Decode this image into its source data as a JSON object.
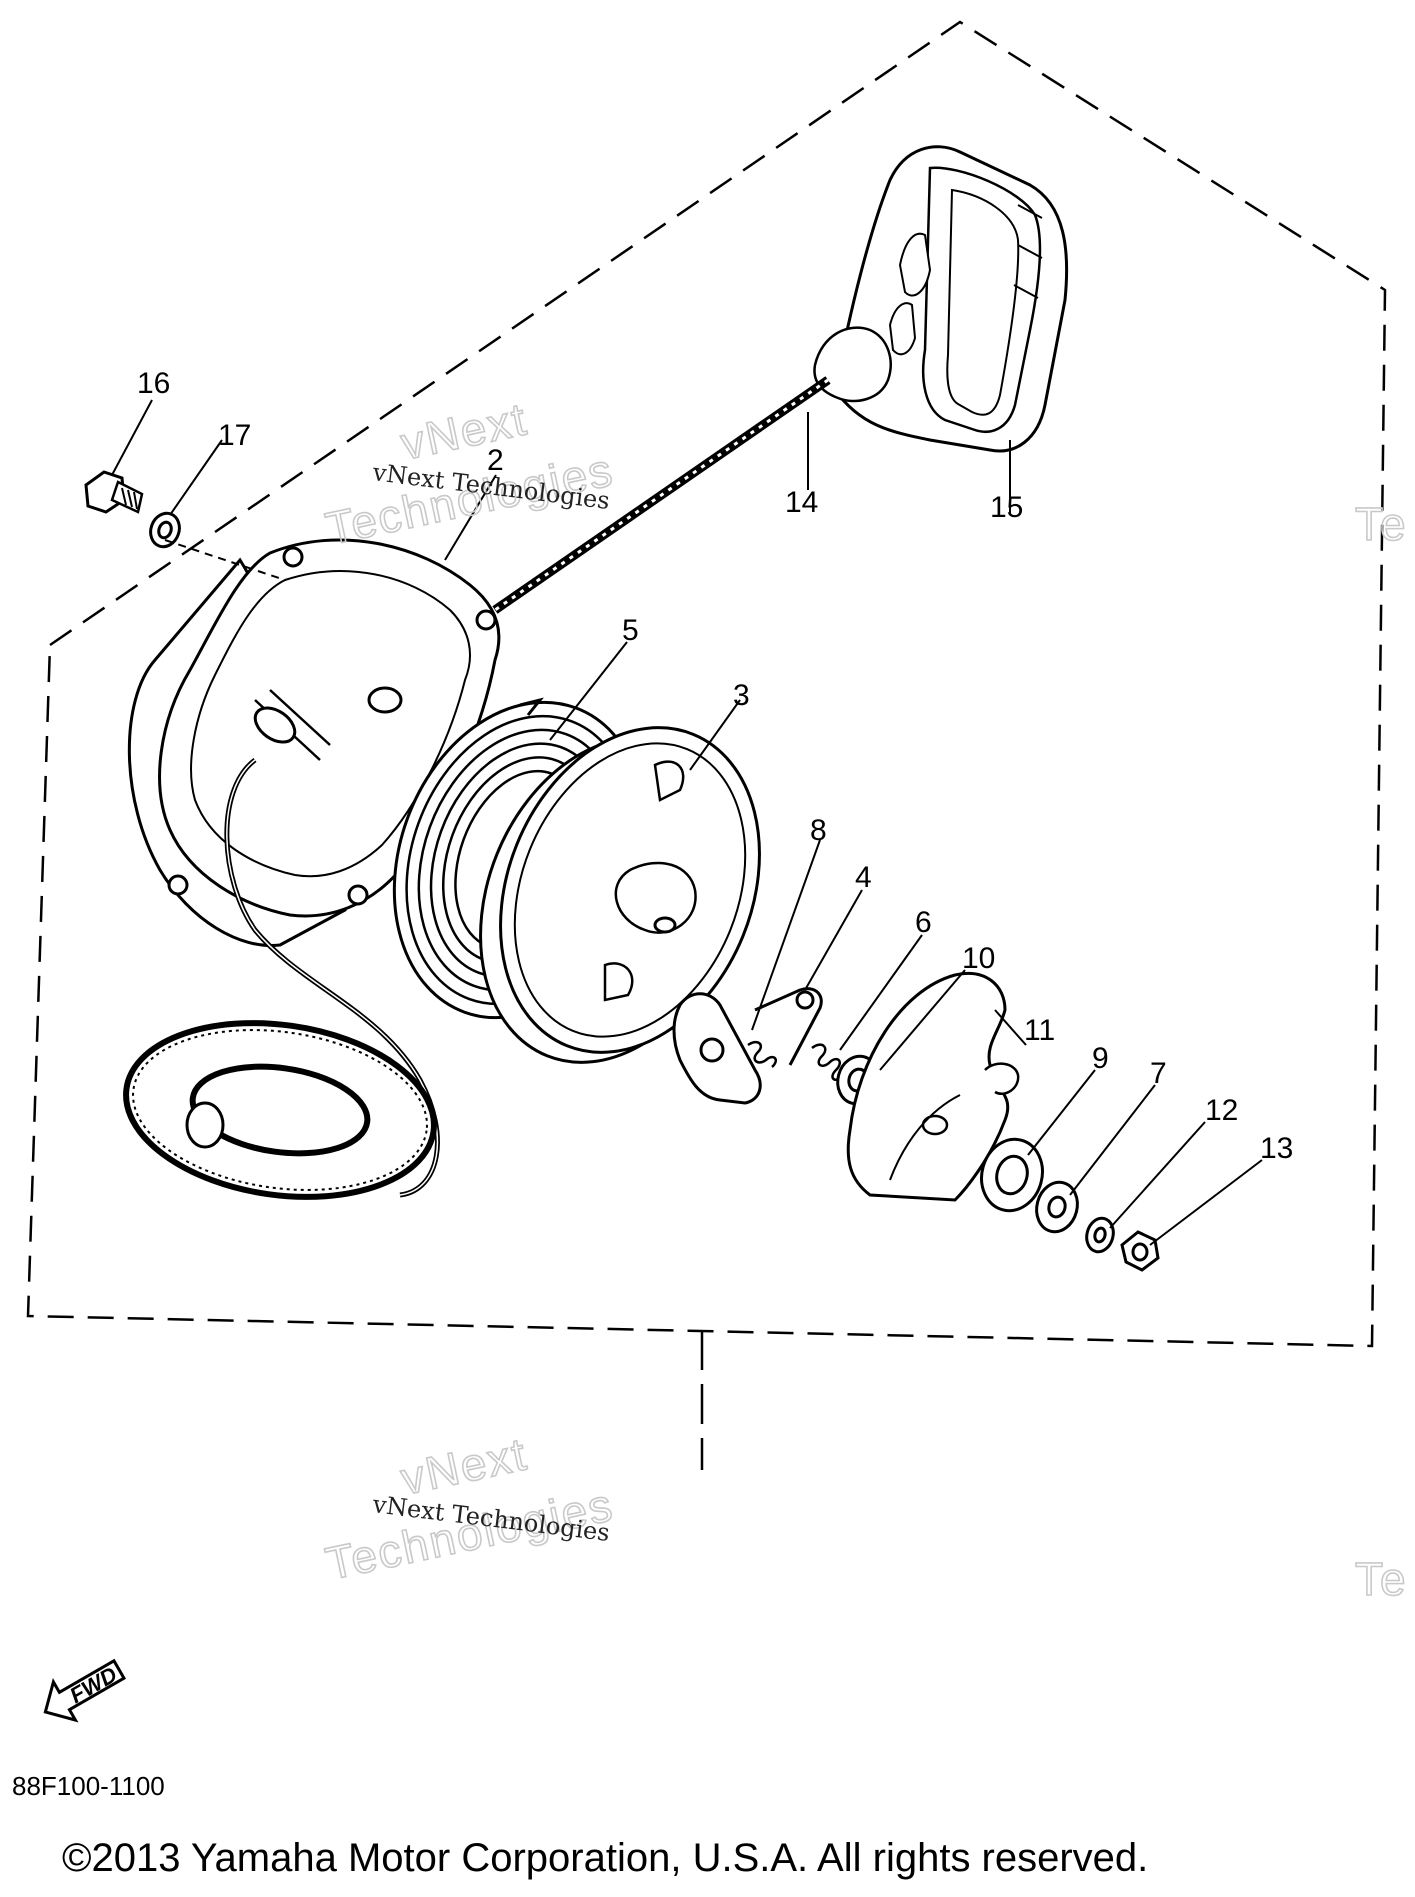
{
  "callouts": [
    "2",
    "3",
    "4",
    "5",
    "6",
    "7",
    "8",
    "9",
    "10",
    "11",
    "12",
    "13",
    "14",
    "15",
    "16",
    "17"
  ],
  "watermark": {
    "line1": "vNext Technologies",
    "line2a": "vNext",
    "line2b": "Technologies"
  },
  "fwd_label": "FWD",
  "diagram_code": "88F100-1100",
  "copyright": "©2013 Yamaha Motor Corporation, U.S.A. All rights reserved."
}
